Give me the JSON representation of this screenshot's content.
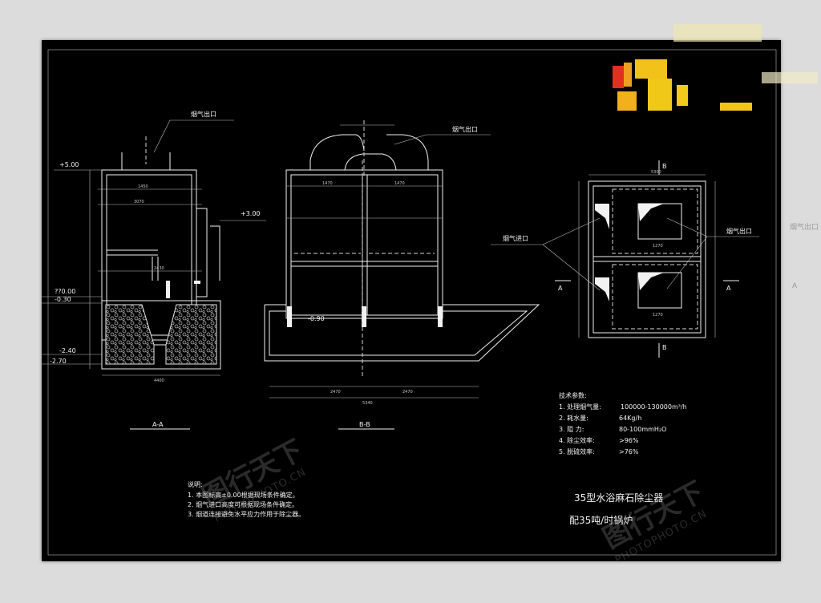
{
  "colors": {
    "background": "#000000",
    "lines": "#f2f2f2",
    "page": "#dcdcdc"
  },
  "section_aa": {
    "caption": "A-A",
    "flue_outlet": "烟气出口",
    "elevations": [
      "+5.00",
      "??0.00",
      "-0.30",
      "-2.40",
      "-2.70",
      "+3.00"
    ]
  },
  "section_bb": {
    "caption": "B-B",
    "flue_outlet": "烟气出口",
    "elevation": "-0.90"
  },
  "plan": {
    "flue_inlet": "烟气进口",
    "flue_outlet": "烟气出口",
    "cut_a": "A",
    "cut_b": "B"
  },
  "tech_params": {
    "heading": "技术参数:",
    "rows": [
      {
        "label": "1. 处理烟气量:",
        "value": "100000-130000m³/h"
      },
      {
        "label": "2. 耗水量:",
        "value": "64Kg/h"
      },
      {
        "label": "3. 阻    力:",
        "value": "80-100mmH₂O"
      },
      {
        "label": "4. 除尘效率:",
        "value": ">96%"
      },
      {
        "label": "5. 脱硫效率:",
        "value": ">76%"
      }
    ]
  },
  "notes": {
    "heading": "说明:",
    "items": [
      "1. 本图标高±0.00根据现场条件确定。",
      "2. 烟气进口高度可根据现场条件确定。",
      "3. 烟道连接避免水平应力作用于除尘器。"
    ]
  },
  "title_block": {
    "line1": "35型水浴麻石除尘器",
    "line2": "配35吨/时锅炉"
  },
  "outside_labels": {
    "right_label": "烟气出口",
    "right_a": "A"
  },
  "watermarks": [
    {
      "brand": "图行天下",
      "url": "PHOTOPHOTO.CN"
    },
    {
      "brand": "图行天下",
      "url": "PHOTOPHOTO.CN"
    }
  ]
}
